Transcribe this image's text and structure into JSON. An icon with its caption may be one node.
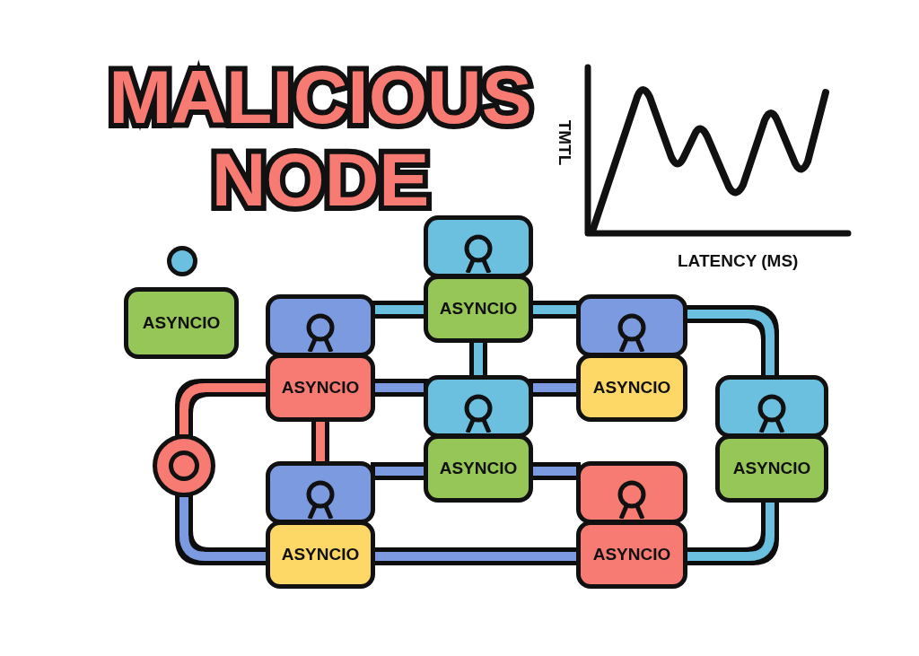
{
  "diagram": {
    "title": "MALICIOUS NODE",
    "nodes": [
      {
        "text": [],
        "shape": "circle"
      },
      {
        "text": [
          "ASYNCIO"
        ]
      },
      {
        "text": [],
        "shape": "person"
      },
      {
        "text": [
          "ASYNCIO"
        ]
      },
      {
        "text": [],
        "shape": "person"
      },
      {
        "text": [
          "ASYNCIO"
        ]
      },
      {
        "text": [],
        "shape": "person"
      },
      {
        "text": [
          "ASYNCIO"
        ]
      },
      {
        "text": [],
        "shape": "person"
      },
      {
        "text": [
          "ASYNCIO"
        ]
      },
      {
        "text": [],
        "shape": "person"
      },
      {
        "text": [
          "ASYNCIO"
        ]
      },
      {
        "text": [],
        "shape": "circle"
      },
      {
        "text": [],
        "shape": "person"
      },
      {
        "text": [
          "ASYNCIO"
        ]
      },
      {
        "text": [],
        "shape": "person"
      },
      {
        "text": [
          "ASYNCIO"
        ]
      }
    ],
    "edges": [
      {
        "from": 4,
        "to": 3,
        "arrow": "none",
        "color": "#6cc0df"
      },
      {
        "from": 3,
        "to": 6,
        "arrow": "none",
        "color": "#6cc0df"
      },
      {
        "from": 3,
        "to": 8,
        "arrow": "none",
        "color": "#6cc0df"
      },
      {
        "from": 5,
        "to": 8,
        "arrow": "none"
      },
      {
        "from": 8,
        "to": 7,
        "arrow": "none"
      },
      {
        "from": 5,
        "to": 12,
        "arrow": "none",
        "color": "#f77b72"
      },
      {
        "from": 5,
        "to": 13,
        "arrow": "none",
        "color": "#f77b72"
      },
      {
        "from": 12,
        "to": 14,
        "arrow": "none"
      },
      {
        "from": 13,
        "to": 9,
        "arrow": "none"
      },
      {
        "from": 9,
        "to": 15,
        "arrow": "none"
      },
      {
        "from": 14,
        "to": 16,
        "arrow": "none"
      },
      {
        "from": 16,
        "to": 11,
        "arrow": "none",
        "color": "#6cc0df"
      },
      {
        "from": 6,
        "to": 10,
        "arrow": "none",
        "color": "#6cc0df"
      }
    ],
    "labels": [
      "TMTL",
      "LATENCY (MS)"
    ]
  }
}
